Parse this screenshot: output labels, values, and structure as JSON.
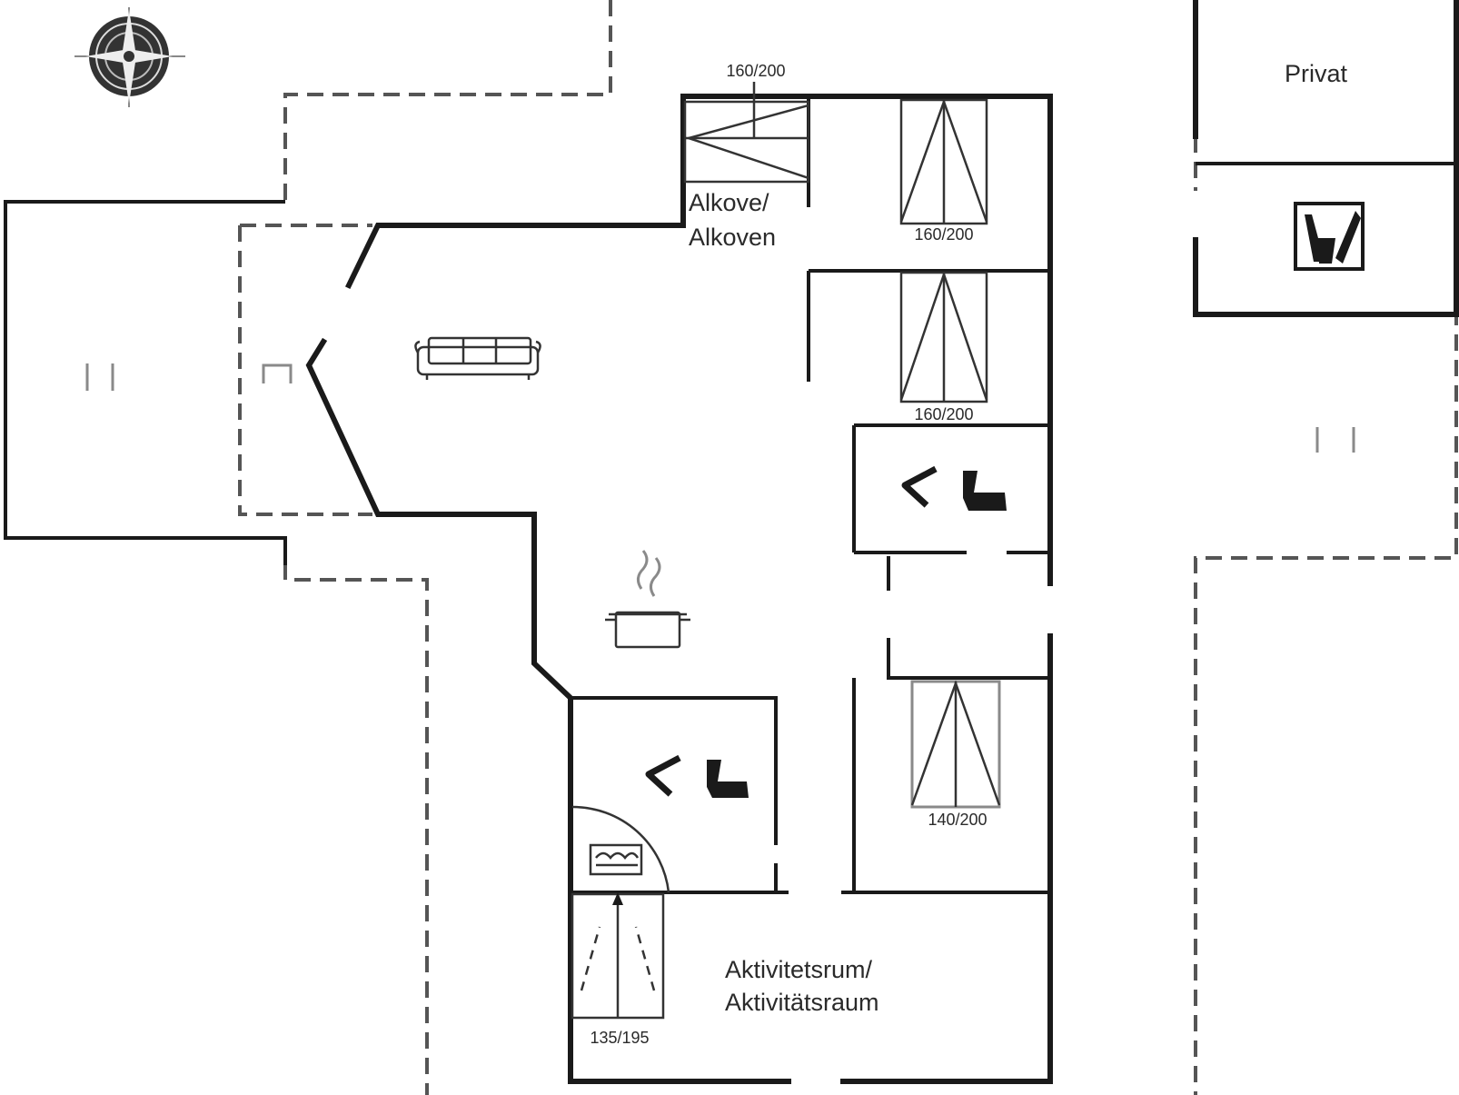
{
  "labels": {
    "alkove": [
      "Alkove/",
      "Alkoven"
    ],
    "aktivitet": [
      "Aktivitetsrum/",
      "Aktivitätsraum"
    ],
    "privat": "Privat"
  },
  "bed_sizes": {
    "bunk_top": "160/200",
    "bed_top_right": "160/200",
    "bed_mid_right": "160/200",
    "bed_lower_right": "140/200",
    "bed_bottom_left": "135/195"
  },
  "icons": [
    "compass-rose-icon",
    "sofa-icon",
    "cooking-pot-icon",
    "shower-toilet-icon",
    "washing-machine-icon",
    "sauna-icon",
    "terrace-marker-icon"
  ]
}
